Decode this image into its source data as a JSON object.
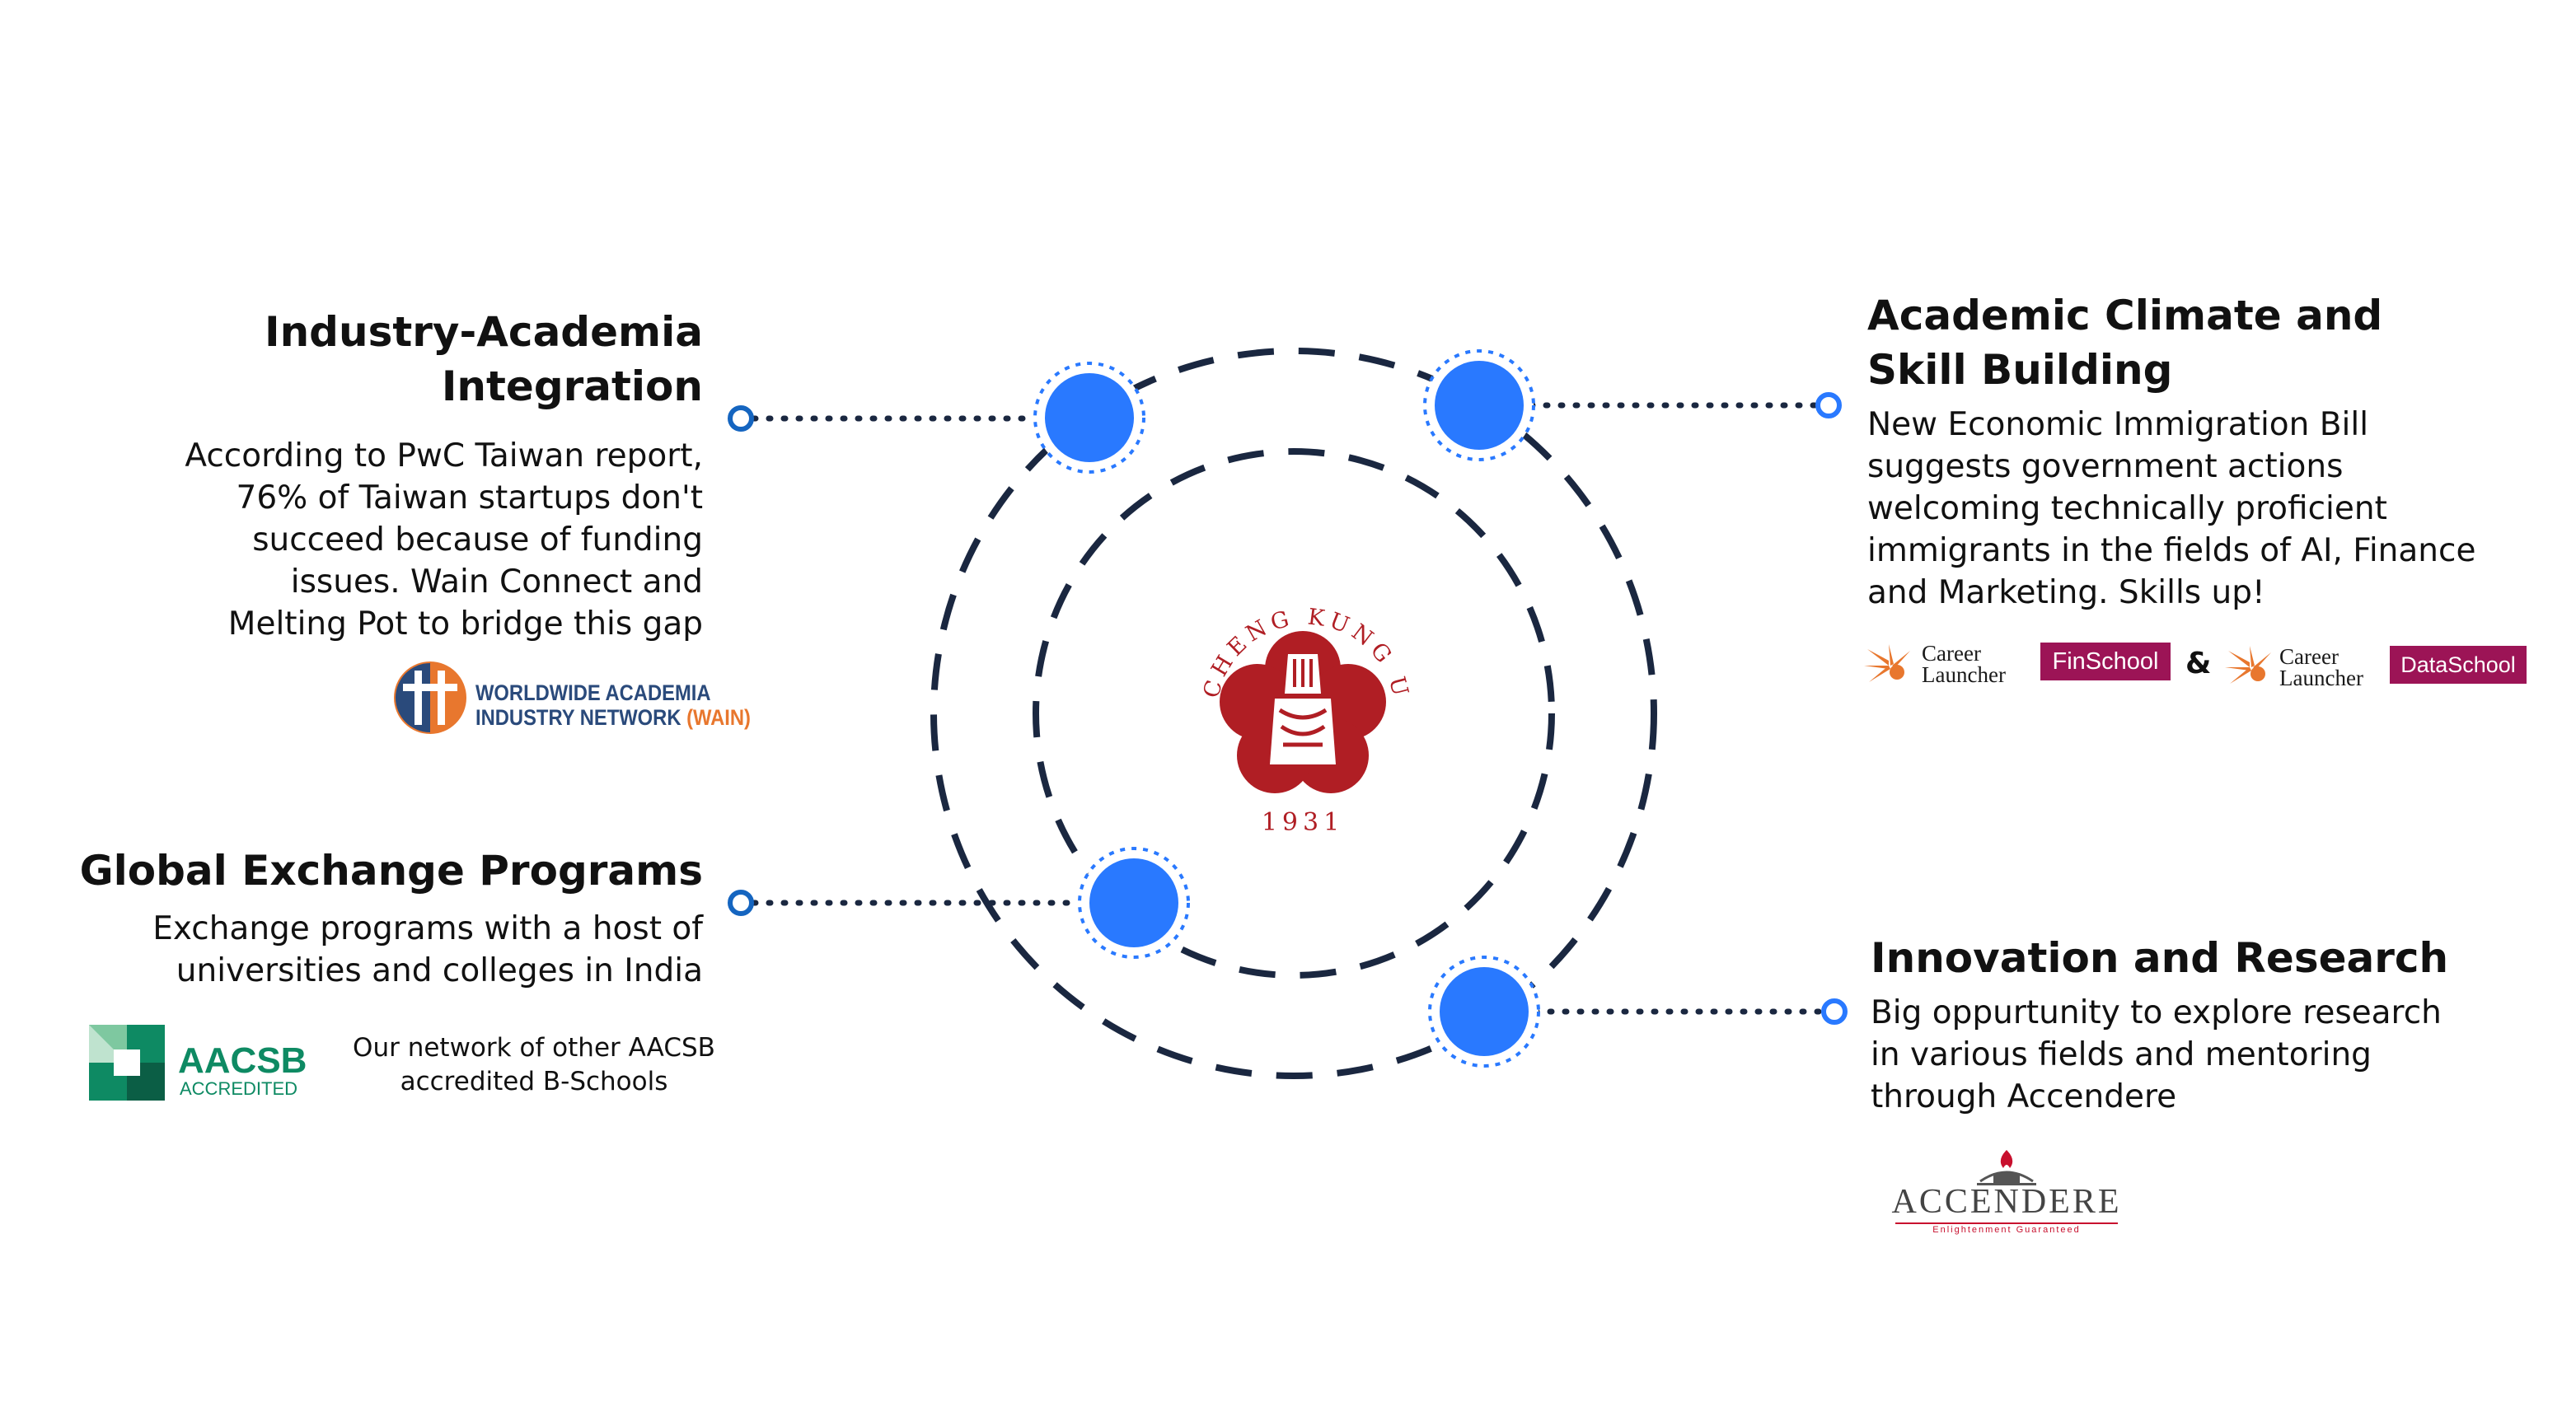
{
  "colors": {
    "accent": "#2979ff",
    "orbit": "#1a2740",
    "seal": "#b01e24",
    "dot_line": "#1a2740",
    "finschool_bg": "#9c1456",
    "wain_orange": "#e8772e",
    "wain_blue": "#2a4a7b",
    "aacsb_green": "#0e8a63",
    "accendere_red": "#c8102e"
  },
  "sections": {
    "industry": {
      "title_line1": "Industry-Academia",
      "title_line2": "Integration",
      "desc_lines": [
        "According to PwC Taiwan report,",
        "76% of Taiwan startups don't",
        "succeed because of funding",
        "issues. Wain Connect and",
        "Melting Pot to bridge this gap"
      ],
      "logo": {
        "line1": "WORLDWIDE ACADEMIA",
        "line2": "INDUSTRY NETWORK",
        "tag": "(WAIN)"
      }
    },
    "global": {
      "title": "Global Exchange Programs",
      "desc_lines": [
        "Exchange programs with a host of",
        "universities and colleges in India"
      ],
      "logo": {
        "main": "AACSB",
        "sub": "ACCREDITED"
      },
      "note_lines": [
        "Our network of other AACSB",
        "accredited B-Schools"
      ]
    },
    "academic": {
      "title_line1": "Academic Climate and",
      "title_line2": "Skill Building",
      "desc_lines": [
        "New Economic Immigration Bill",
        "suggests government actions",
        "welcoming technically proficient",
        "immigrants in the fields of AI, Finance",
        "and Marketing. Skills up!"
      ],
      "logo1": {
        "line1": "Career",
        "line2": "Launcher",
        "badge": "FinSchool"
      },
      "ampersand": "&",
      "logo2": {
        "line1": "Career",
        "line2": "Launcher",
        "badge": "DataSchool"
      }
    },
    "innovation": {
      "title": "Innovation and Research",
      "desc_lines": [
        "Big oppurtunity to explore research",
        "in various fields and mentoring",
        "through Accendere"
      ],
      "logo": {
        "main": "ACCENDERE",
        "tagline": "Enlightenment Guaranteed"
      }
    }
  },
  "seal": {
    "ring_text": "NATIONAL CHENG KUNG UNIVERSITY",
    "year": "1931"
  }
}
